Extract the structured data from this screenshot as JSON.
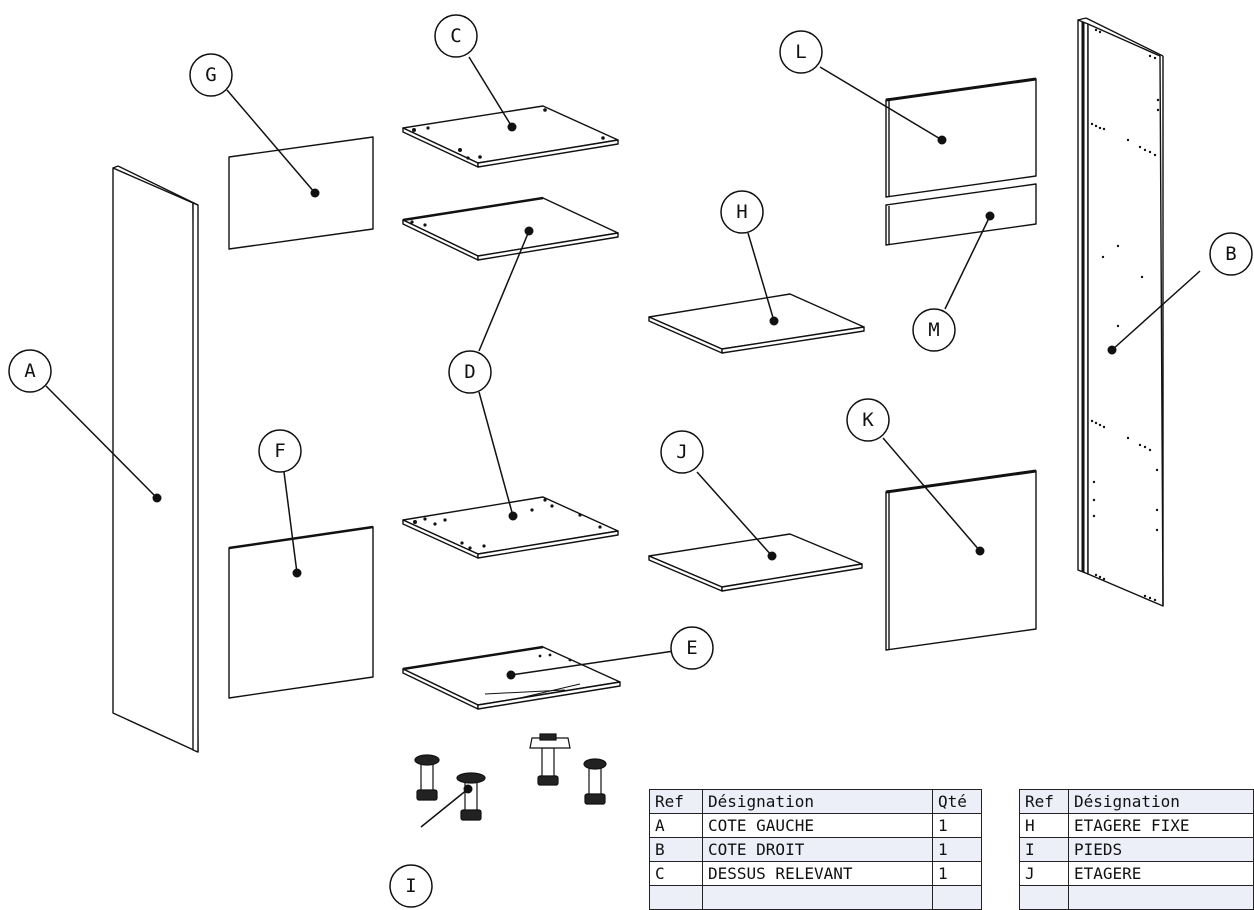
{
  "callouts": [
    {
      "ref": "A"
    },
    {
      "ref": "B"
    },
    {
      "ref": "C"
    },
    {
      "ref": "D"
    },
    {
      "ref": "E"
    },
    {
      "ref": "F"
    },
    {
      "ref": "G"
    },
    {
      "ref": "H"
    },
    {
      "ref": "I"
    },
    {
      "ref": "J"
    },
    {
      "ref": "K"
    },
    {
      "ref": "L"
    },
    {
      "ref": "M"
    }
  ],
  "table_left": {
    "headers": {
      "ref": "Ref",
      "designation": "Désignation",
      "qty": "Qté"
    },
    "rows": [
      {
        "ref": "A",
        "designation": "COTE GAUCHE",
        "qty": "1"
      },
      {
        "ref": "B",
        "designation": "COTE DROIT",
        "qty": "1"
      },
      {
        "ref": "C",
        "designation": "DESSUS RELEVANT",
        "qty": "1"
      }
    ]
  },
  "table_right": {
    "headers": {
      "ref": "Ref",
      "designation": "Désignation"
    },
    "rows": [
      {
        "ref": "H",
        "designation": "ETAGERE FIXE"
      },
      {
        "ref": "I",
        "designation": "PIEDS"
      },
      {
        "ref": "J",
        "designation": "ETAGERE"
      }
    ]
  },
  "colors": {
    "line": "#111111",
    "header_fill": "#eceef8"
  }
}
